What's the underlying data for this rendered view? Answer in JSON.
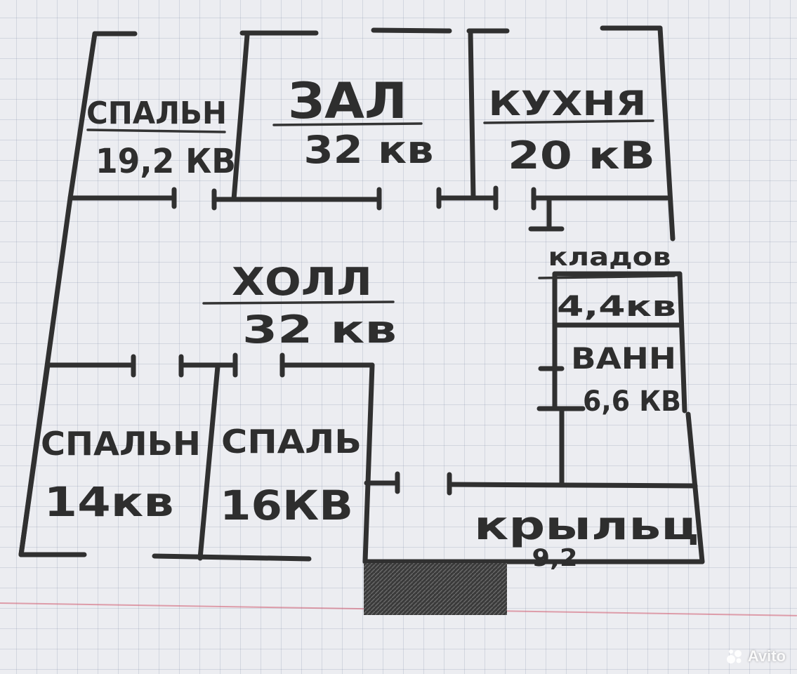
{
  "rooms": {
    "bedroom_top": {
      "name": "СПАЛЬН",
      "area": "19,2 КВ"
    },
    "hall_main": {
      "name": "ЗАЛ",
      "area": "32 кв"
    },
    "kitchen": {
      "name": "КУХНЯ",
      "area": "20 кВ"
    },
    "pantry": {
      "name": "кладов",
      "area": "4,4кв"
    },
    "bathroom": {
      "name": "ВАНН",
      "area": "6,6 КВ"
    },
    "corridor": {
      "name": "ХОЛЛ",
      "area": "32 кв"
    },
    "bedroom_left": {
      "name": "СПАЛЬН",
      "area": "14кв"
    },
    "bedroom_mid": {
      "name": "СПАЛЬ",
      "area": "16КВ"
    },
    "porch": {
      "name": "крыльц",
      "area": "9,2"
    }
  },
  "watermark": {
    "text": "Avito"
  },
  "colors": {
    "pencil": "#2e2e2e",
    "grid": "#8a93ad",
    "paper": "#ecedf1",
    "margin": "#d25a6e"
  }
}
